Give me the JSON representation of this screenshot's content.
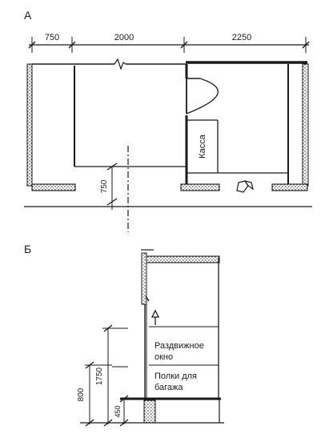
{
  "plan_a": {
    "label": "А",
    "dim_left": "750",
    "dim_middle": "2000",
    "dim_right": "2250",
    "dim_vertical": "750",
    "cashier_label": "Касса"
  },
  "section_b": {
    "label": "Б",
    "sliding_window_line1": "Раздвижное",
    "sliding_window_line2": "окно",
    "shelves_line1": "Полки для",
    "shelves_line2": "багажа",
    "dim_800": "800",
    "dim_1750": "1750",
    "dim_450": "450"
  }
}
